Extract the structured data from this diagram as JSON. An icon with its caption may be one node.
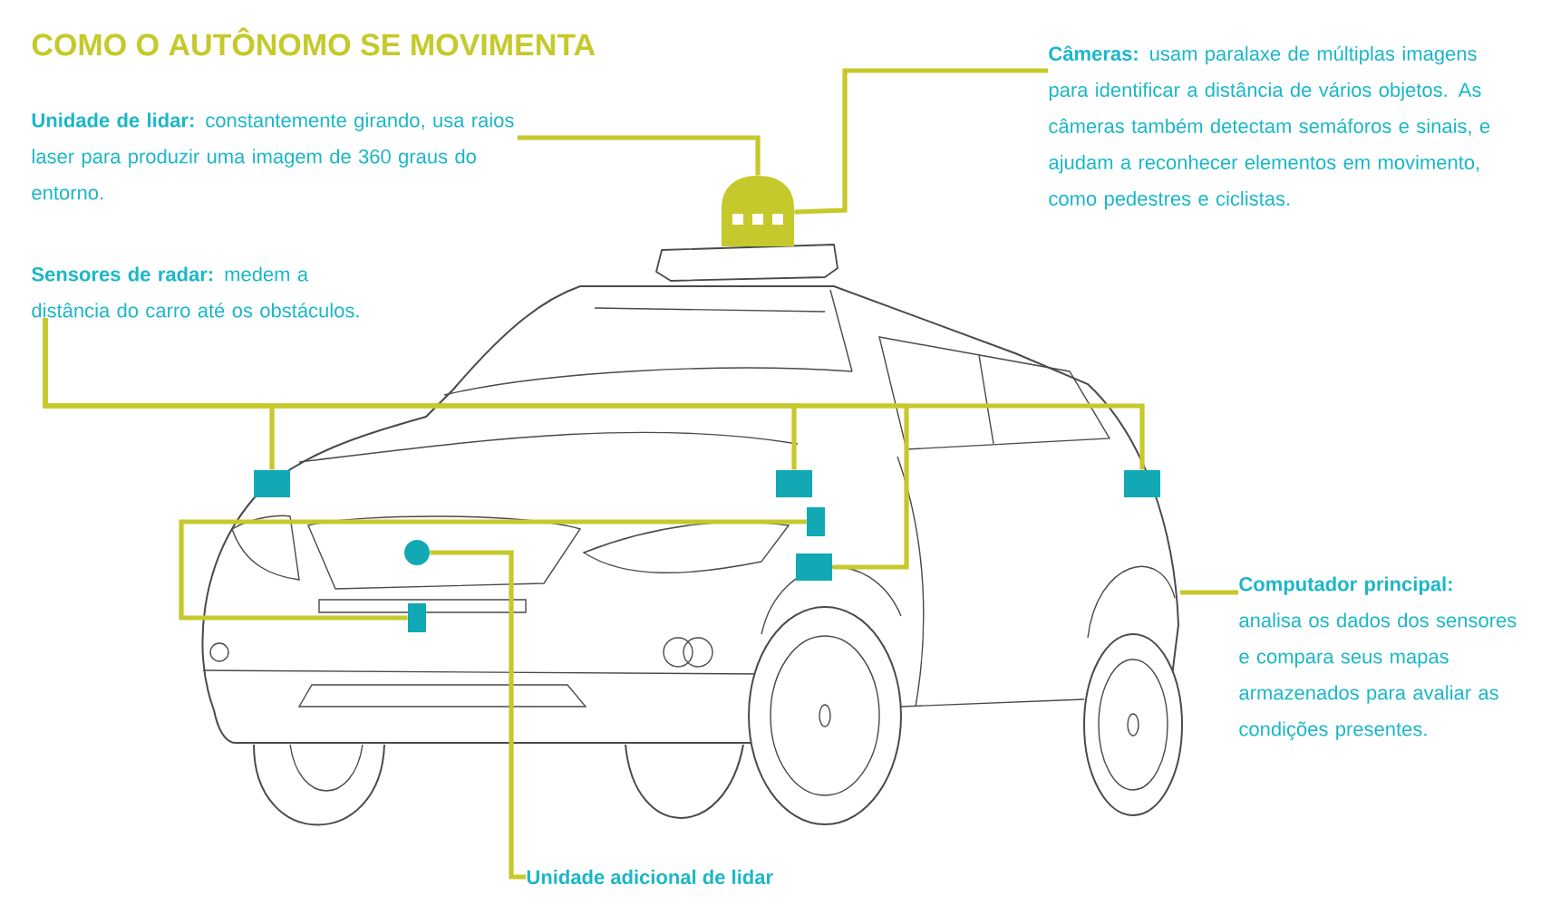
{
  "diagram": {
    "title": "COMO O AUTÔNOMO SE MOVIMENTA",
    "nodes": [
      {
        "text": [
          "**Unidade de lidar:** constantemente girando, usa raios laser para produzir uma imagem de 360 graus do entorno."
        ]
      },
      {
        "text": [
          "**Sensores de radar:** medem a distância do carro até os obstáculos."
        ]
      },
      {
        "text": [
          "**Câmeras:** usam paralaxe de múltiplas imagens para identificar a distância de vários objetos. As câmeras também detectam semáforos e sinais, e ajudam a reconhecer elementos em movimento, como pedestres e ciclistas."
        ]
      },
      {
        "text": [
          "**Computador principal:** analisa os dados dos sensores e compara seus mapas armazenados para avaliar as condições presentes."
        ]
      },
      {
        "text": [
          "Unidade adicional de lidar"
        ]
      },
      {
        "text": [],
        "shape": "picture"
      },
      {
        "text": [],
        "shape": "box"
      },
      {
        "text": [],
        "shape": "box"
      },
      {
        "text": [],
        "shape": "box"
      },
      {
        "text": [],
        "shape": "box"
      },
      {
        "text": [],
        "shape": "circle"
      },
      {
        "text": [],
        "shape": "box"
      },
      {
        "text": [],
        "shape": "box"
      }
    ],
    "edges": [
      {
        "from": 0,
        "to": 5,
        "arrow": "none"
      },
      {
        "from": 2,
        "to": 5,
        "arrow": "none"
      },
      {
        "from": 1,
        "to": 6,
        "arrow": "none"
      },
      {
        "from": 1,
        "to": 7,
        "arrow": "none"
      },
      {
        "from": 1,
        "to": 8,
        "arrow": "none"
      },
      {
        "from": 1,
        "to": 11,
        "arrow": "none"
      },
      {
        "from": 9,
        "to": 12,
        "arrow": "none"
      },
      {
        "from": 4,
        "to": 10,
        "arrow": "none"
      },
      {
        "from": 3,
        "to": null,
        "arrow": "none"
      }
    ]
  }
}
